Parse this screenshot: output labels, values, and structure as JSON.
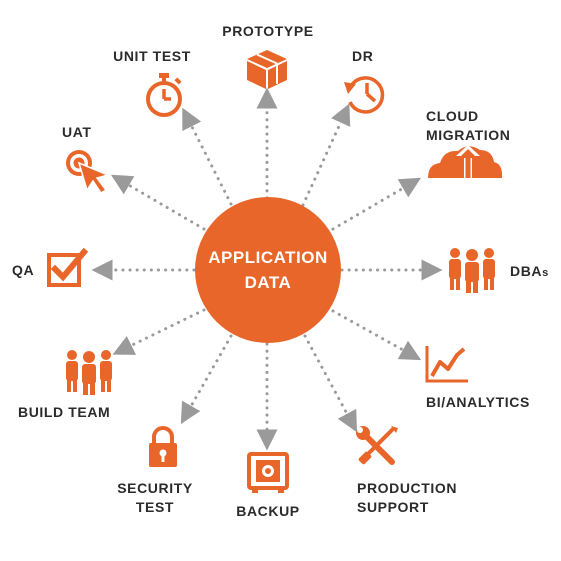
{
  "hub": {
    "line1": "APPLICATION",
    "line2": "DATA"
  },
  "nodes": {
    "prototype": {
      "label": "PROTOTYPE",
      "icon": "box-icon"
    },
    "dr": {
      "label": "DR",
      "icon": "clock-restore-icon"
    },
    "cloud": {
      "line1": "CLOUD",
      "line2": "MIGRATION",
      "icon": "cloud-upload-icon"
    },
    "dbas": {
      "label": "DBA",
      "suffix": "s",
      "icon": "people-group-icon"
    },
    "bi": {
      "label": "BI/ANALYTICS",
      "icon": "line-chart-icon"
    },
    "production": {
      "line1": "PRODUCTION",
      "line2": "SUPPORT",
      "icon": "wrench-screwdriver-icon"
    },
    "backup": {
      "label": "BACKUP",
      "icon": "safe-icon"
    },
    "security": {
      "line1": "SECURITY",
      "line2": "TEST",
      "icon": "padlock-icon"
    },
    "build_team": {
      "label": "BUILD TEAM",
      "icon": "people-group-icon"
    },
    "qa": {
      "label": "QA",
      "icon": "checkbox-icon"
    },
    "uat": {
      "label": "UAT",
      "icon": "target-cursor-icon"
    },
    "unit_test": {
      "label": "UNIT TEST",
      "icon": "stopwatch-icon"
    }
  },
  "colors": {
    "accent": "#E8662A",
    "dots": "#9a9a9a",
    "text": "#2b2b2b"
  }
}
